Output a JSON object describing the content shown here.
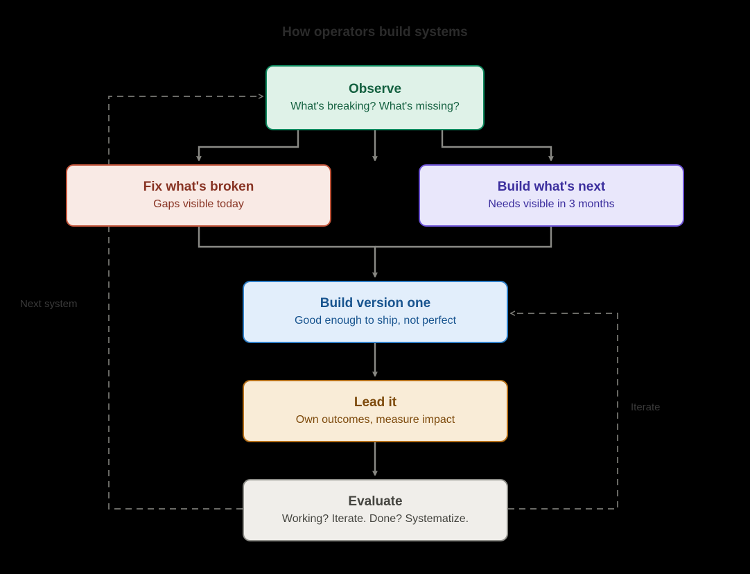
{
  "diagram": {
    "title": "How operators build systems",
    "background_color": "#000000",
    "connector_color": "#8a8a85",
    "loop_line_color": "#7a7a75",
    "nodes": [
      {
        "id": "observe",
        "title": "Observe",
        "subtitle": "What's breaking? What's missing?",
        "fill": "#dff2e8",
        "border": "#0f8a5f",
        "text": "#13603f"
      },
      {
        "id": "fix",
        "title": "Fix what's broken",
        "subtitle": "Gaps visible today",
        "fill": "#f9eae5",
        "border": "#c2543a",
        "text": "#883323"
      },
      {
        "id": "next",
        "title": "Build what's next",
        "subtitle": "Needs visible in 3 months",
        "fill": "#e9e7fb",
        "border": "#6d53d6",
        "text": "#3c2f9e"
      },
      {
        "id": "version",
        "title": "Build version one",
        "subtitle": "Good enough to ship, not perfect",
        "fill": "#e2eefb",
        "border": "#2f7fc8",
        "text": "#18548f"
      },
      {
        "id": "lead",
        "title": "Lead it",
        "subtitle": "Own outcomes, measure impact",
        "fill": "#f9ecd7",
        "border": "#b5701a",
        "text": "#7d4a0c"
      },
      {
        "id": "evaluate",
        "title": "Evaluate",
        "subtitle": "Working? Iterate. Done? Systematize.",
        "fill": "#f0eeea",
        "border": "#8d8d88",
        "text": "#44443f"
      }
    ],
    "loops": [
      {
        "id": "next-system",
        "label": "Next system"
      },
      {
        "id": "iterate",
        "label": "Iterate"
      }
    ]
  }
}
